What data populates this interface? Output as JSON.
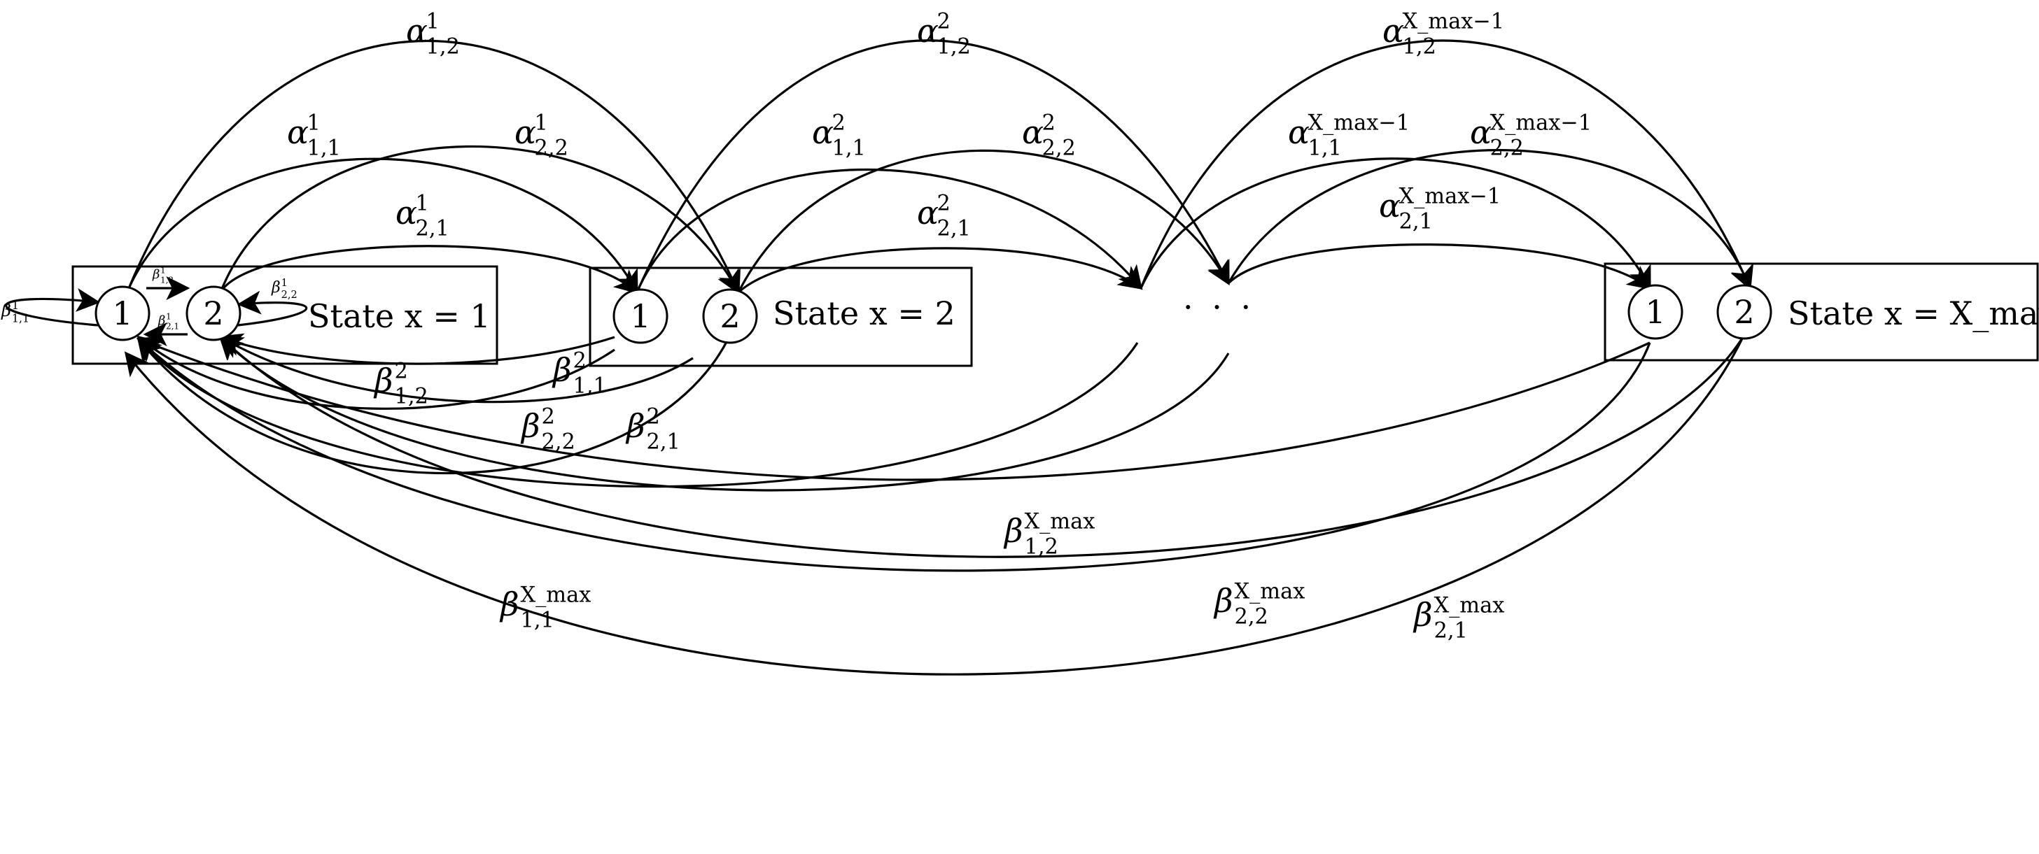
{
  "states": [
    {
      "id": "s1",
      "label": "State x = 1",
      "nodes": [
        "1",
        "2"
      ]
    },
    {
      "id": "s2",
      "label": "State x = 2",
      "nodes": [
        "1",
        "2"
      ]
    },
    {
      "id": "s3",
      "label": "State x = X_max",
      "nodes": [
        "1",
        "2"
      ]
    }
  ],
  "ellipsis": "· · ·",
  "edge_labels": {
    "a12_1": {
      "sym": "α",
      "sup": "1",
      "sub": "1,2"
    },
    "a11_1": {
      "sym": "α",
      "sup": "1",
      "sub": "1,1"
    },
    "a22_1": {
      "sym": "α",
      "sup": "1",
      "sub": "2,2"
    },
    "a21_1": {
      "sym": "α",
      "sup": "1",
      "sub": "2,1"
    },
    "a12_2": {
      "sym": "α",
      "sup": "2",
      "sub": "1,2"
    },
    "a11_2": {
      "sym": "α",
      "sup": "2",
      "sub": "1,1"
    },
    "a22_2": {
      "sym": "α",
      "sup": "2",
      "sub": "2,2"
    },
    "a21_2": {
      "sym": "α",
      "sup": "2",
      "sub": "2,1"
    },
    "a12_m": {
      "sym": "α",
      "sup": "X_max−1",
      "sub": "1,2"
    },
    "a11_m": {
      "sym": "α",
      "sup": "X_max−1",
      "sub": "1,1"
    },
    "a22_m": {
      "sym": "α",
      "sup": "X_max−1",
      "sub": "2,2"
    },
    "a21_m": {
      "sym": "α",
      "sup": "X_max−1",
      "sub": "2,1"
    },
    "b11_1": {
      "sym": "β",
      "sup": "1",
      "sub": "1,1"
    },
    "b12_1": {
      "sym": "β",
      "sup": "1",
      "sub": "1,2"
    },
    "b21_1": {
      "sym": "β",
      "sup": "1",
      "sub": "2,1"
    },
    "b22_1": {
      "sym": "β",
      "sup": "1",
      "sub": "2,2"
    },
    "b12_2": {
      "sym": "β",
      "sup": "2",
      "sub": "1,2"
    },
    "b11_2": {
      "sym": "β",
      "sup": "2",
      "sub": "1,1"
    },
    "b22_2": {
      "sym": "β",
      "sup": "2",
      "sub": "2,2"
    },
    "b21_2": {
      "sym": "β",
      "sup": "2",
      "sub": "2,1"
    },
    "b12_m": {
      "sym": "β",
      "sup": "X_max",
      "sub": "1,2"
    },
    "b11_m": {
      "sym": "β",
      "sup": "X_max",
      "sub": "1,1"
    },
    "b22_m": {
      "sym": "β",
      "sup": "X_max",
      "sub": "2,2"
    },
    "b21_m": {
      "sym": "β",
      "sup": "X_max",
      "sub": "2,1"
    }
  }
}
